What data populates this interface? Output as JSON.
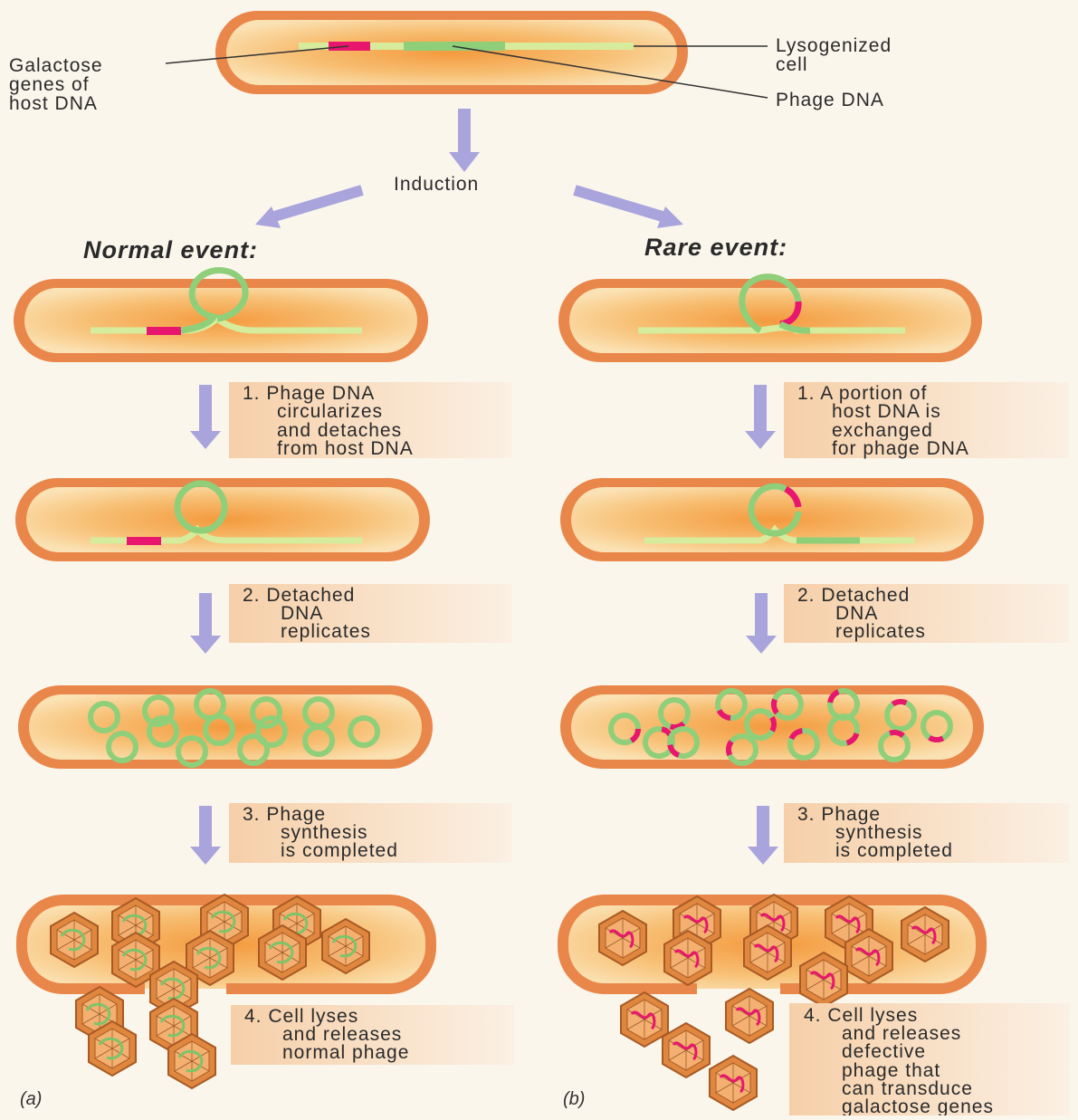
{
  "top": {
    "galactose_lines": [
      "Galactose",
      "genes of",
      "host DNA"
    ],
    "lysogenized_lines": [
      "Lysogenized",
      "cell"
    ],
    "phage_dna": "Phage DNA",
    "induction": "Induction"
  },
  "left": {
    "heading": "Normal event:",
    "panel_letter": "(a)",
    "step1": [
      "1. Phage DNA",
      "circularizes",
      "and detaches",
      "from host DNA"
    ],
    "step2": [
      "2. Detached",
      "DNA",
      "replicates"
    ],
    "step3": [
      "3. Phage",
      "synthesis",
      "is completed"
    ],
    "step4": [
      "4. Cell lyses",
      "and releases",
      "normal phage"
    ]
  },
  "right": {
    "heading": "Rare event:",
    "panel_letter": "(b)",
    "step1": [
      "1. A portion of",
      "host DNA is",
      "exchanged",
      "for phage DNA"
    ],
    "step2": [
      "2. Detached",
      "DNA",
      "replicates"
    ],
    "step3": [
      "3. Phage",
      "synthesis",
      "is completed"
    ],
    "step4": [
      "4. Cell lyses",
      "and releases",
      "defective",
      "phage that",
      "can transduce",
      "galactose genes"
    ]
  },
  "colors": {
    "cell_wall": "#e9864a",
    "cell_inner": "#f7b25a",
    "cell_core": "#f5a24a",
    "host_dna": "#d6ec9c",
    "phage_dna": "#8fcf7a",
    "galactose": "#e8166e",
    "arrow": "#a9a4dc",
    "step_box": "#f8dcc0"
  }
}
